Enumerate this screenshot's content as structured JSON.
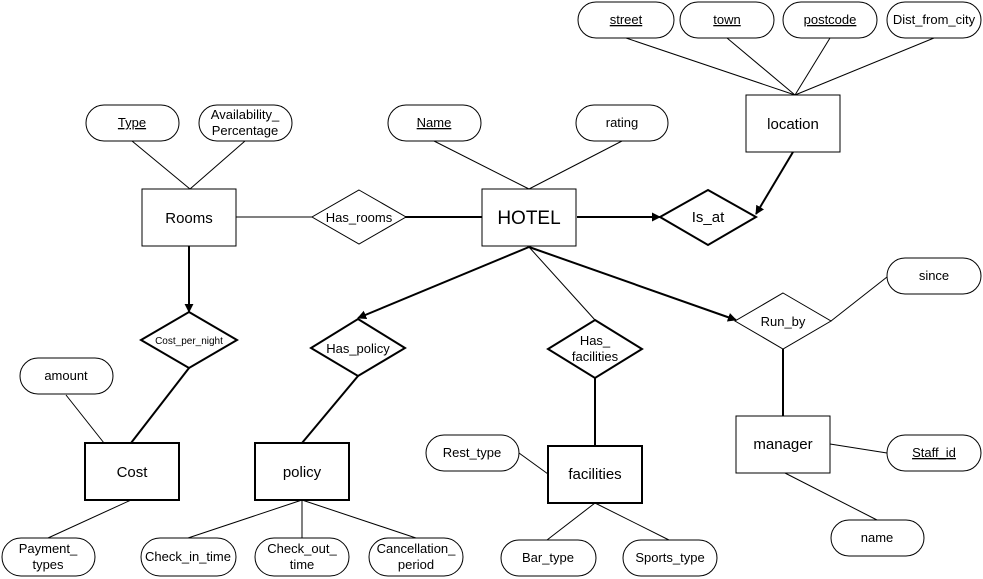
{
  "entities": {
    "hotel": "HOTEL",
    "rooms": "Rooms",
    "location": "location",
    "cost": "Cost",
    "policy": "policy",
    "facilities": "facilities",
    "manager": "manager"
  },
  "relationships": {
    "has_rooms": "Has_rooms",
    "is_at": "Is_at",
    "cost_per_night": "Cost_per_night",
    "has_policy": "Has_policy",
    "has_facilities_1": "Has_",
    "has_facilities_2": "facilities",
    "run_by": "Run_by"
  },
  "attributes": {
    "street": "street",
    "town": "town",
    "postcode": "postcode",
    "dist_from_city": "Dist_from_city",
    "type": "Type",
    "availability_1": "Availability_",
    "availability_2": "Percentage",
    "name_hotel": "Name",
    "rating": "rating",
    "since": "since",
    "amount": "amount",
    "staff_id": "Staff_id",
    "rest_type": "Rest_type",
    "payment_types_1": "Payment_",
    "payment_types_2": "types",
    "check_in_time": "Check_in_time",
    "check_out_time_1": "Check_out_",
    "check_out_time_2": "time",
    "cancellation_period_1": "Cancellation_",
    "cancellation_period_2": "period",
    "bar_type": "Bar_type",
    "sports_type": "Sports_type",
    "manager_name": "name"
  }
}
